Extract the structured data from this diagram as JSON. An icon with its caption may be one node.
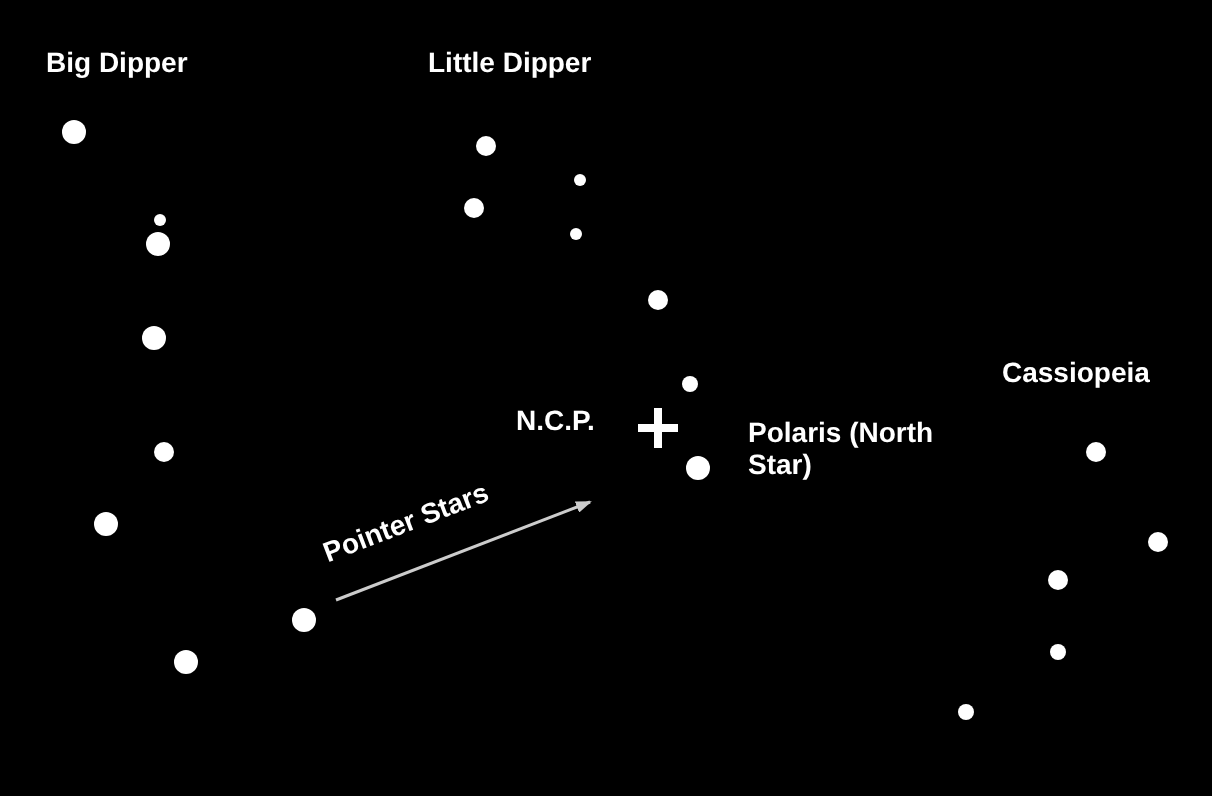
{
  "diagram": {
    "labels": [
      "Big Dipper",
      "Little Dipper",
      "N.C.P.",
      "Polaris (North Star)",
      "Cassiopeia",
      "Pointer Stars"
    ]
  }
}
